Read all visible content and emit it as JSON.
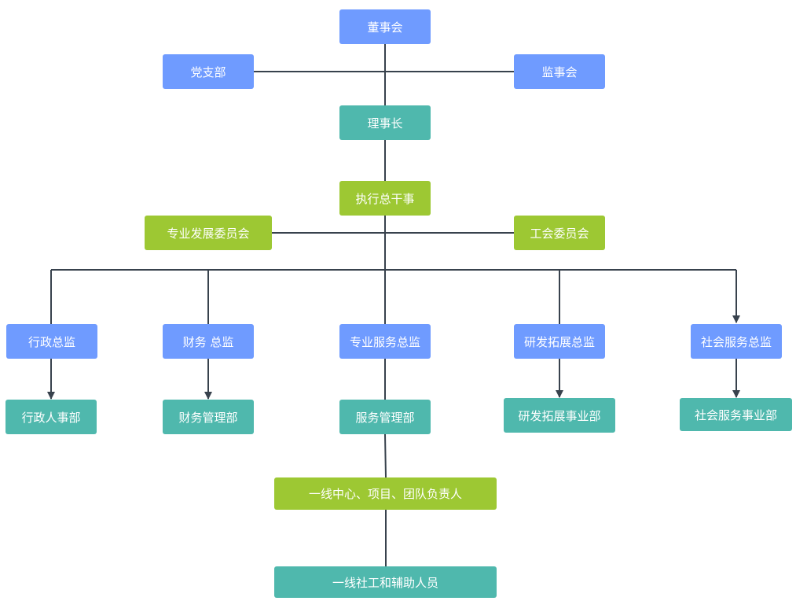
{
  "colors": {
    "blue": "#6f9bff",
    "teal": "#4fb8ad",
    "green": "#9dc833",
    "connector": "#38424d"
  },
  "nodes": {
    "board": "董事会",
    "party_branch": "党支部",
    "supervisory_board": "监事会",
    "chairman": "理事长",
    "executive_director": "执行总干事",
    "professional_committee": "专业发展委员会",
    "union_committee": "工会委员会",
    "admin_director": "行政总监",
    "finance_director": "财务 总监",
    "service_director": "专业服务总监",
    "rd_director": "研发拓展总监",
    "social_director": "社会服务总监",
    "admin_hr_dept": "行政人事部",
    "finance_dept": "财务管理部",
    "service_dept": "服务管理部",
    "rd_dept": "研发拓展事业部",
    "social_dept": "社会服务事业部",
    "frontline_leaders": "一线中心、项目、团队负责人",
    "frontline_staff": "一线社工和辅助人员"
  }
}
